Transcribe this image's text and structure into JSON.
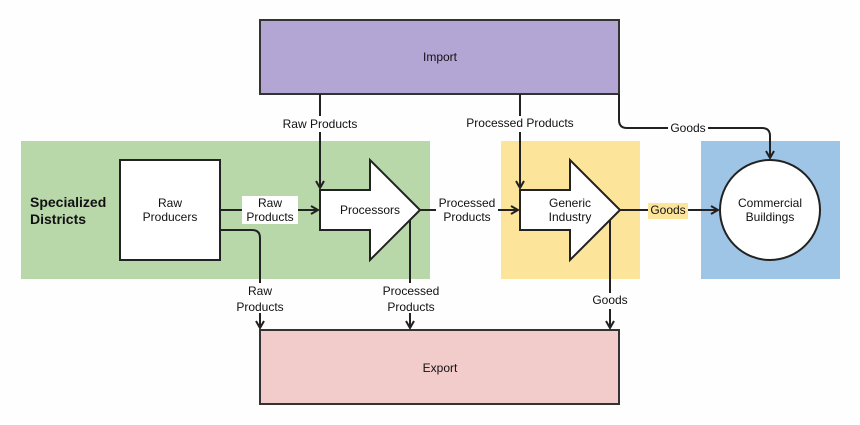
{
  "colors": {
    "import": "#b3a5d4",
    "export": "#f2cccb",
    "specialized": "#b8d8aa",
    "industry": "#fde49b",
    "commercial": "#9ec4e6",
    "stroke": "#222222"
  },
  "nodes": {
    "import": "Import",
    "export": "Export",
    "specialized_districts": [
      "Specialized",
      "Districts"
    ],
    "raw_producers": [
      "Raw",
      "Producers"
    ],
    "processors": "Processors",
    "generic_industry": [
      "Generic",
      "Industry"
    ],
    "commercial_buildings": [
      "Commercial",
      "Buildings"
    ]
  },
  "edges": {
    "import_to_processors": "Raw Products",
    "import_to_industry": "Processed Products",
    "import_to_commercial": "Goods",
    "producers_to_processors": [
      "Raw",
      "Products"
    ],
    "processors_to_industry": [
      "Processed",
      "Products"
    ],
    "industry_to_commercial": "Goods",
    "producers_to_export": [
      "Raw",
      "Products"
    ],
    "processors_to_export": [
      "Processed",
      "Products"
    ],
    "industry_to_export": "Goods"
  }
}
